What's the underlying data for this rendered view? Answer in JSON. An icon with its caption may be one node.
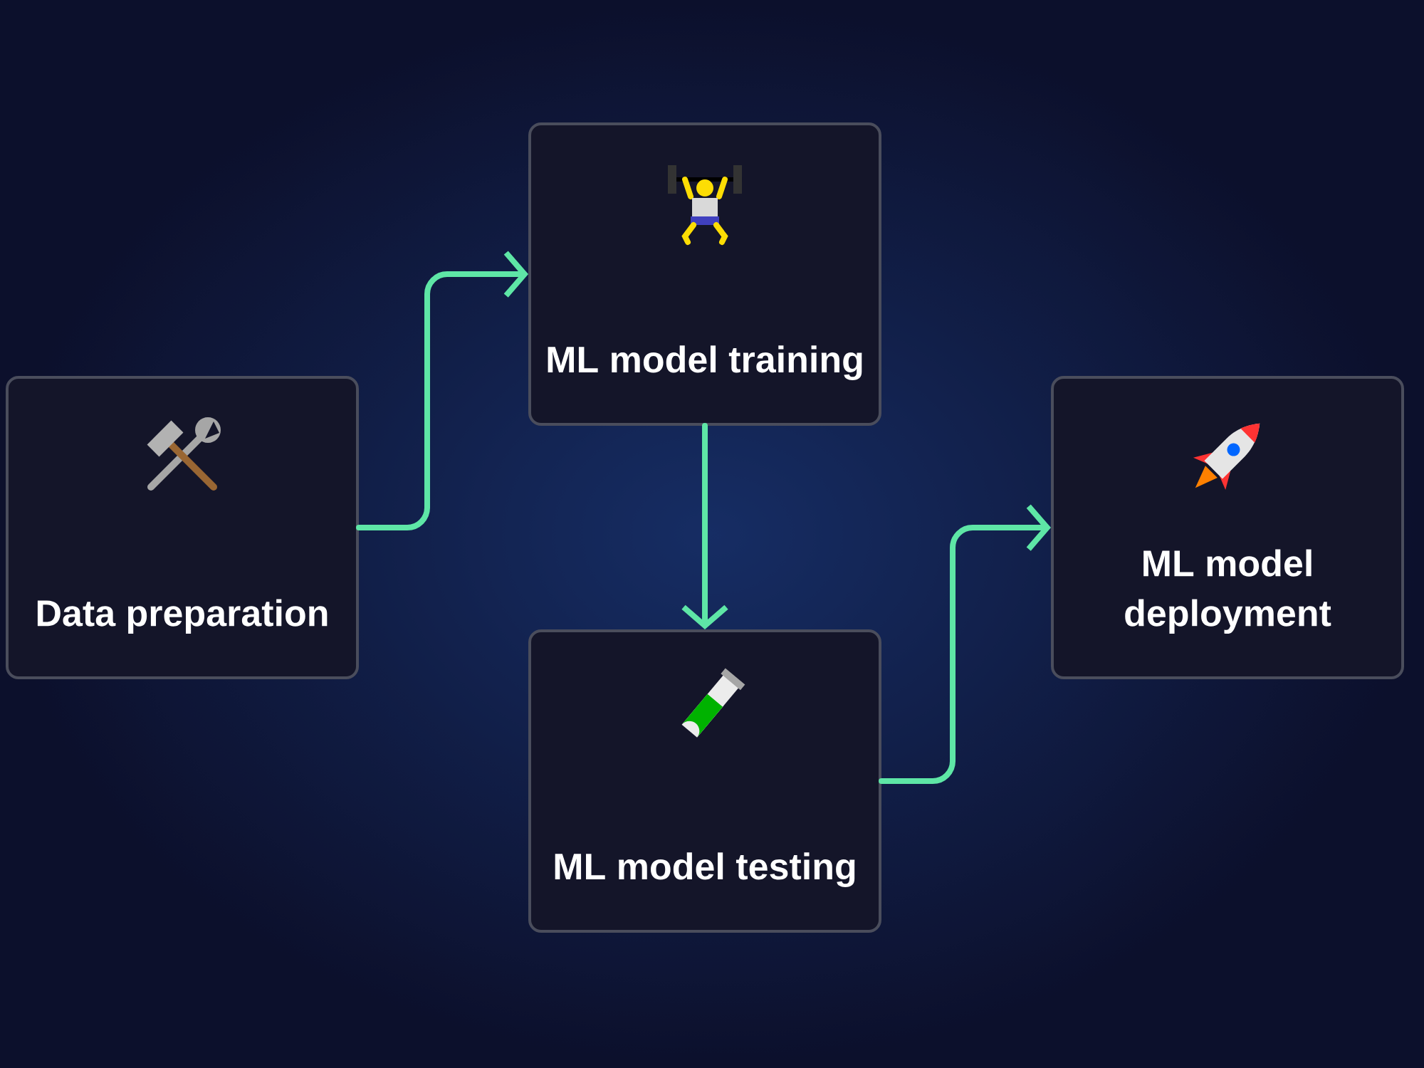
{
  "diagram": {
    "nodes": [
      {
        "text": [
          "Data preparation"
        ]
      },
      {
        "text": [
          "ML model training"
        ]
      },
      {
        "text": [
          "ML model testing"
        ]
      },
      {
        "text": [
          "ML model deployment"
        ]
      }
    ],
    "edges": [
      {
        "from": 0,
        "to": 1,
        "arrow": "to"
      },
      {
        "from": 1,
        "to": 2,
        "arrow": "to"
      },
      {
        "from": 2,
        "to": 3,
        "arrow": "to"
      }
    ]
  }
}
